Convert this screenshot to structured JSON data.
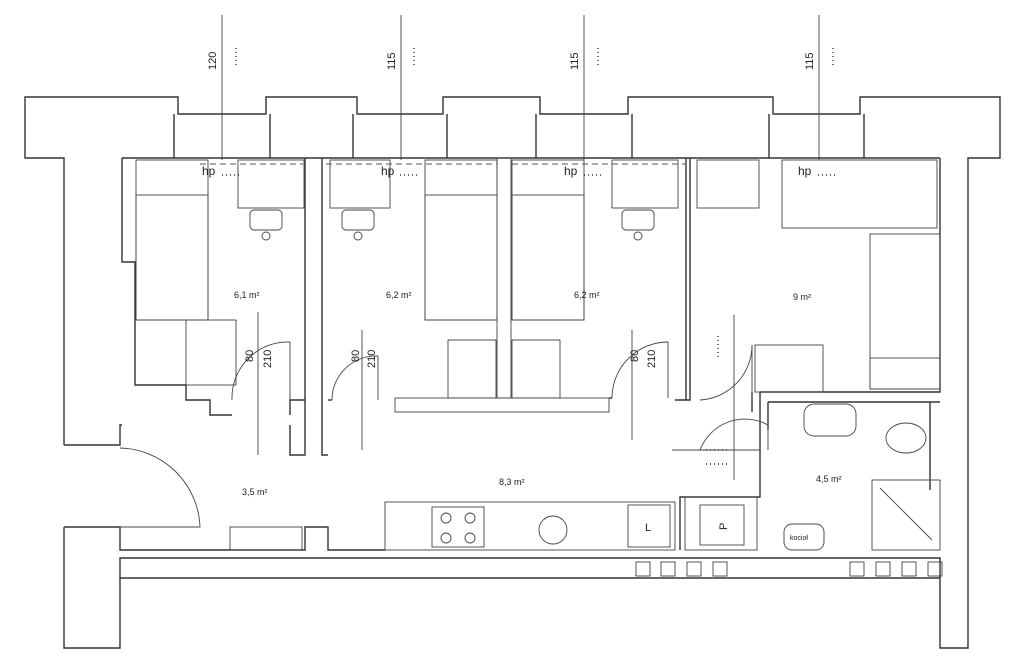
{
  "plan": {
    "window_dims": [
      "120",
      "115",
      "115",
      "115"
    ],
    "rooms": [
      {
        "id": "room1",
        "area": "6,1 m²"
      },
      {
        "id": "room2",
        "area": "6,2 m²"
      },
      {
        "id": "room3",
        "area": "6,2 m²"
      },
      {
        "id": "room4",
        "area": "9 m²"
      },
      {
        "id": "entrance",
        "area": "3,5 m²"
      },
      {
        "id": "corridor-kitchen",
        "area": "8,3 m²"
      },
      {
        "id": "bathroom",
        "area": "4,5 m²"
      }
    ],
    "hp_label": "hp",
    "door_width": "80",
    "door_height": "210",
    "fixtures": {
      "fridge": "L",
      "washer": "P",
      "boiler": "kocioł"
    }
  }
}
